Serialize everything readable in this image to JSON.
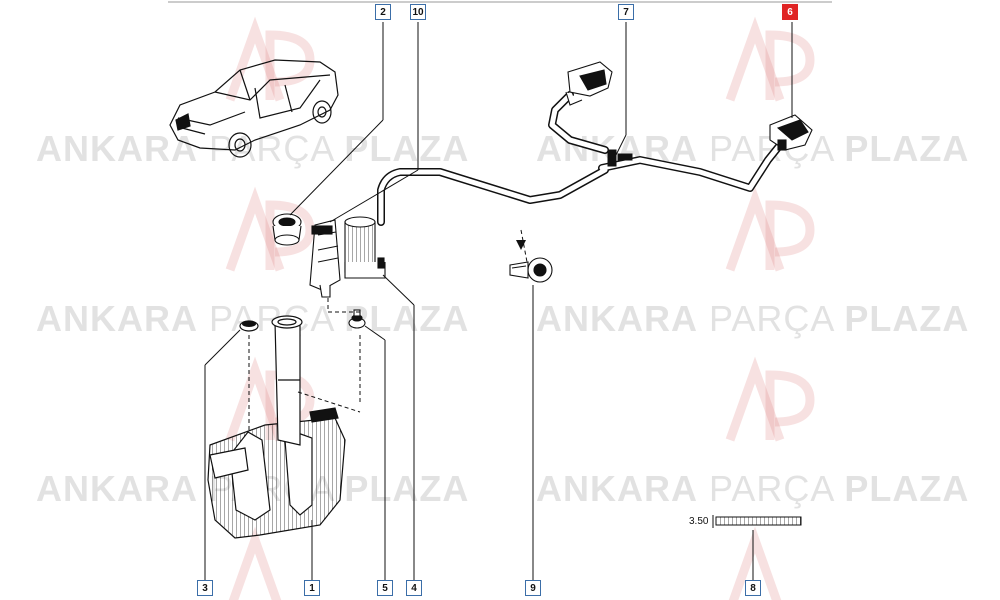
{
  "watermark": {
    "word_1": "ANKARA",
    "word_2": "PARÇA",
    "word_3": "PLAZA",
    "logo": "AP"
  },
  "callouts": [
    {
      "id": "2",
      "label": "2",
      "active": false
    },
    {
      "id": "10",
      "label": "10",
      "active": false
    },
    {
      "id": "7",
      "label": "7",
      "active": false
    },
    {
      "id": "6",
      "label": "6",
      "active": true
    },
    {
      "id": "3",
      "label": "3",
      "active": false
    },
    {
      "id": "1",
      "label": "1",
      "active": false
    },
    {
      "id": "5",
      "label": "5",
      "active": false
    },
    {
      "id": "4",
      "label": "4",
      "active": false
    },
    {
      "id": "9",
      "label": "9",
      "active": false
    },
    {
      "id": "8",
      "label": "8",
      "active": false
    }
  ],
  "dimension": {
    "label": "3.50"
  },
  "colors": {
    "callout_border": "#3b6ea8",
    "callout_active": "#e02424",
    "line": "#111111",
    "watermark": "#9a9a9a"
  }
}
